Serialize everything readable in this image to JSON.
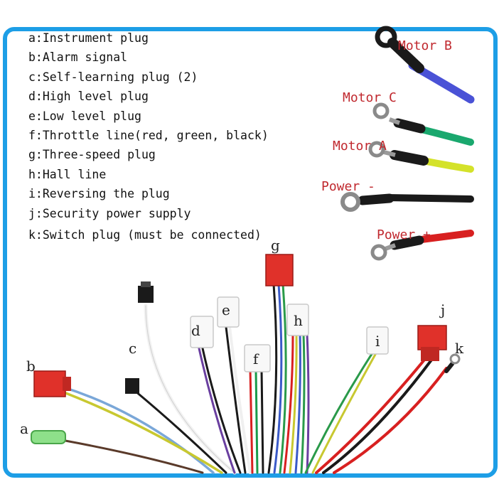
{
  "legend": [
    "a:Instrument plug",
    "b:Alarm signal",
    "c:Self-learning plug (2)",
    "d:High level plug",
    "e:Low level plug",
    "f:Throttle line(red, green, black)",
    "g:Three-speed plug",
    "h:Hall line",
    "i:Reversing the plug",
    "j:Security power supply",
    "k:Switch plug (must be connected)"
  ],
  "motor_leads": {
    "motor_b": "Motor B",
    "motor_c": "Motor C",
    "motor_a": "Motor A",
    "power_minus": "Power -",
    "power_plus": "Power +"
  },
  "plug_labels": {
    "a": "a",
    "b": "b",
    "c": "c",
    "d": "d",
    "e": "e",
    "f": "f",
    "g": "g",
    "h": "h",
    "i": "i",
    "j": "j",
    "k": "k"
  },
  "colors": {
    "frame": "#1d9ee6",
    "label_red": "#c0282e",
    "motor_b_wire": "#4a52d6",
    "motor_c_wire": "#1aa86e",
    "motor_a_wire": "#d4e22a",
    "power_minus_wire": "#1a1a1a",
    "power_plus_wire": "#d82020"
  }
}
